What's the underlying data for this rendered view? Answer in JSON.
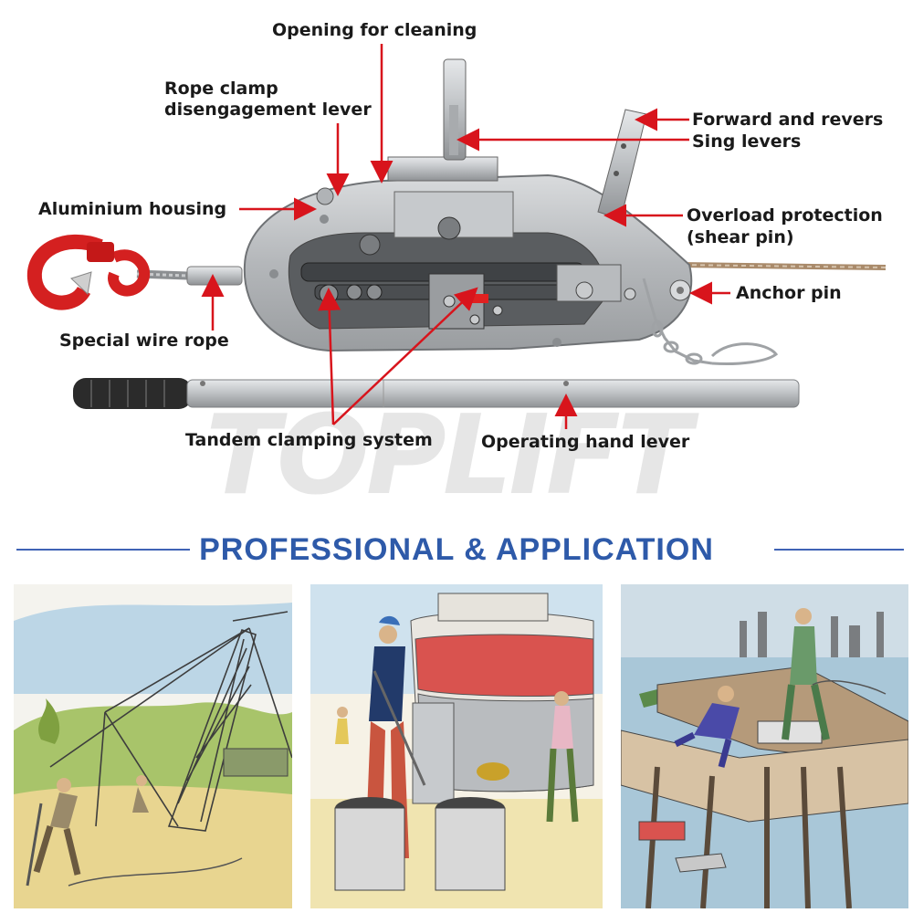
{
  "diagram": {
    "labels": {
      "opening_for_cleaning": "Opening for cleaning",
      "rope_clamp_line1": "Rope clamp",
      "rope_clamp_line2": "disengagement lever",
      "forward_line1": "Forward and revers",
      "forward_line2": "Sing levers",
      "aluminium_housing": "Aluminium housing",
      "overload_line1": "Overload protection",
      "overload_line2": "(shear pin)",
      "anchor_pin": "Anchor pin",
      "special_wire_rope": "Special wire rope",
      "tandem_clamping_system": "Tandem clamping system",
      "operating_hand_lever": "Operating hand lever"
    },
    "watermark": "TOPLIFT",
    "colors": {
      "arrow": "#d8141c",
      "hook": "#d42020",
      "housing": "#b9bcbf"
    }
  },
  "section": {
    "title": "PROFESSIONAL & APPLICATION",
    "color": "#2e5aa9"
  },
  "applications": [
    {
      "scene": "tower-erection"
    },
    {
      "scene": "ship-mooring"
    },
    {
      "scene": "bridge-construction"
    }
  ]
}
